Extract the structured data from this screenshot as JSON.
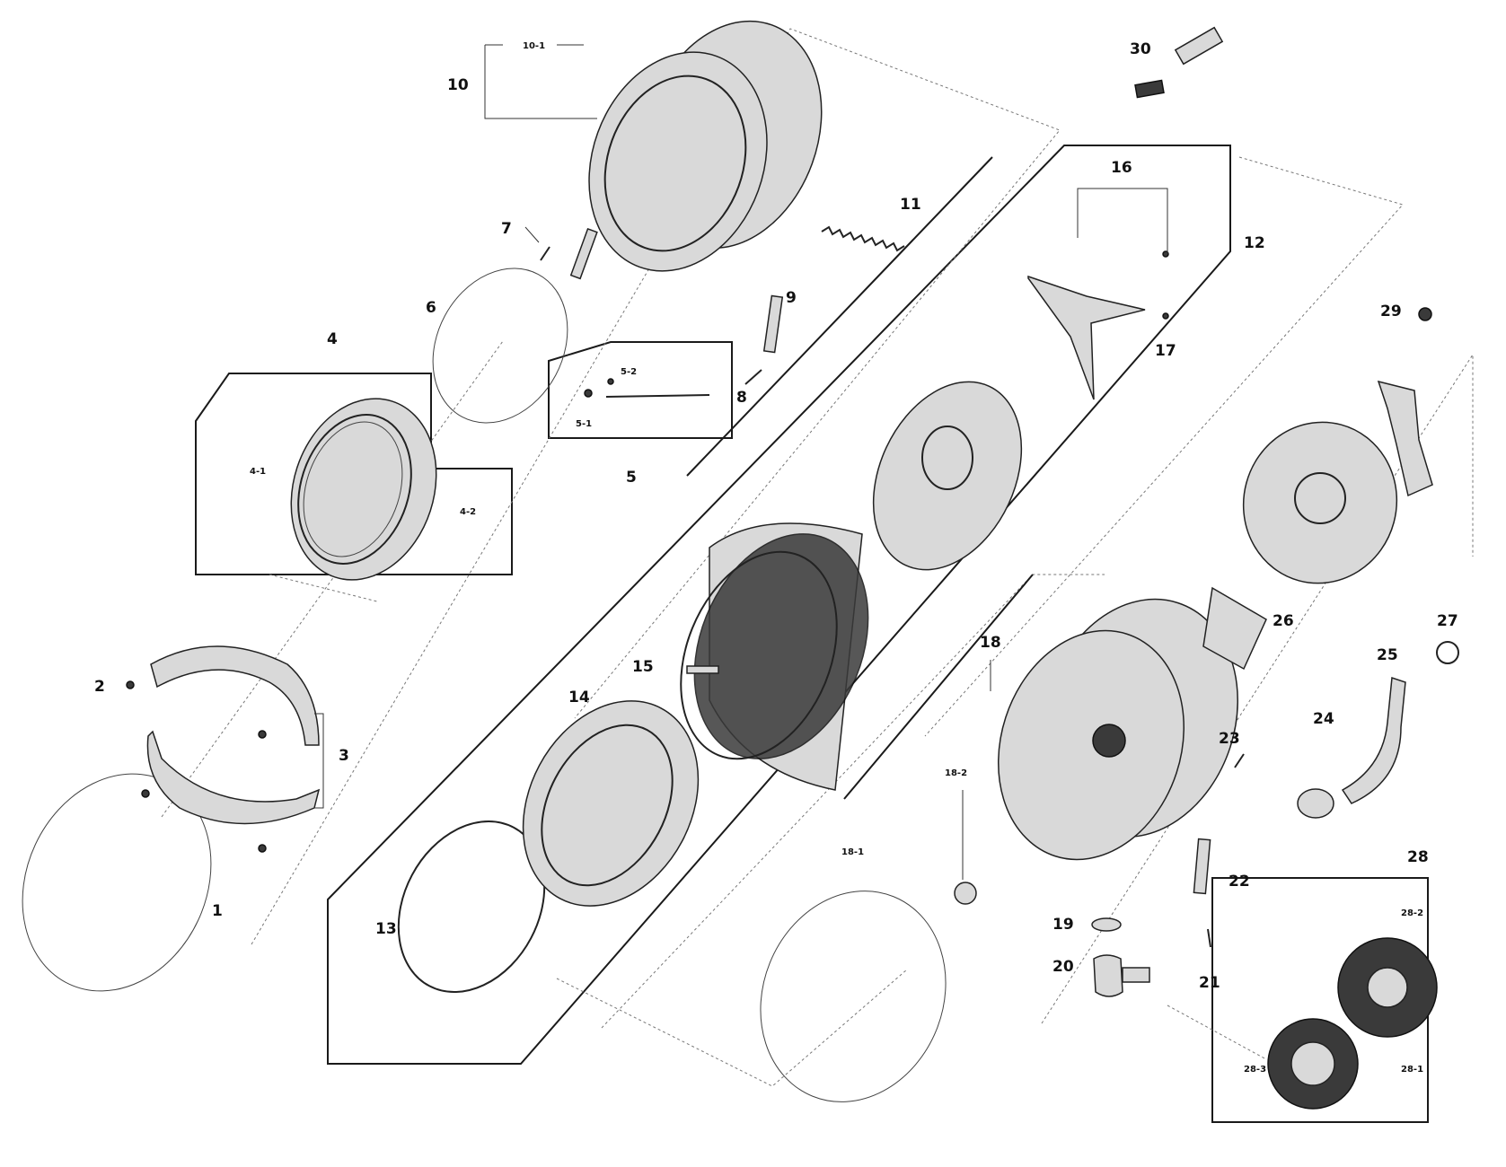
{
  "labels": {
    "p1": "1",
    "p2": "2",
    "p3": "3",
    "p4": "4",
    "p4_1": "4-1",
    "p4_2": "4-2",
    "p5": "5",
    "p5_1": "5-1",
    "p5_2": "5-2",
    "p6": "6",
    "p7": "7",
    "p8": "8",
    "p9": "9",
    "p10": "10",
    "p10_1": "10-1",
    "p11": "11",
    "p12": "12",
    "p13": "13",
    "p14": "14",
    "p15": "15",
    "p16": "16",
    "p17": "17",
    "p18": "18",
    "p18_1": "18-1",
    "p18_2": "18-2",
    "p19": "19",
    "p20": "20",
    "p21": "21",
    "p22": "22",
    "p23": "23",
    "p24": "24",
    "p25": "25",
    "p26": "26",
    "p27": "27",
    "p28": "28",
    "p28_1": "28-1",
    "p28_2": "28-2",
    "p28_3": "28-3",
    "p29": "29",
    "p30": "30"
  }
}
